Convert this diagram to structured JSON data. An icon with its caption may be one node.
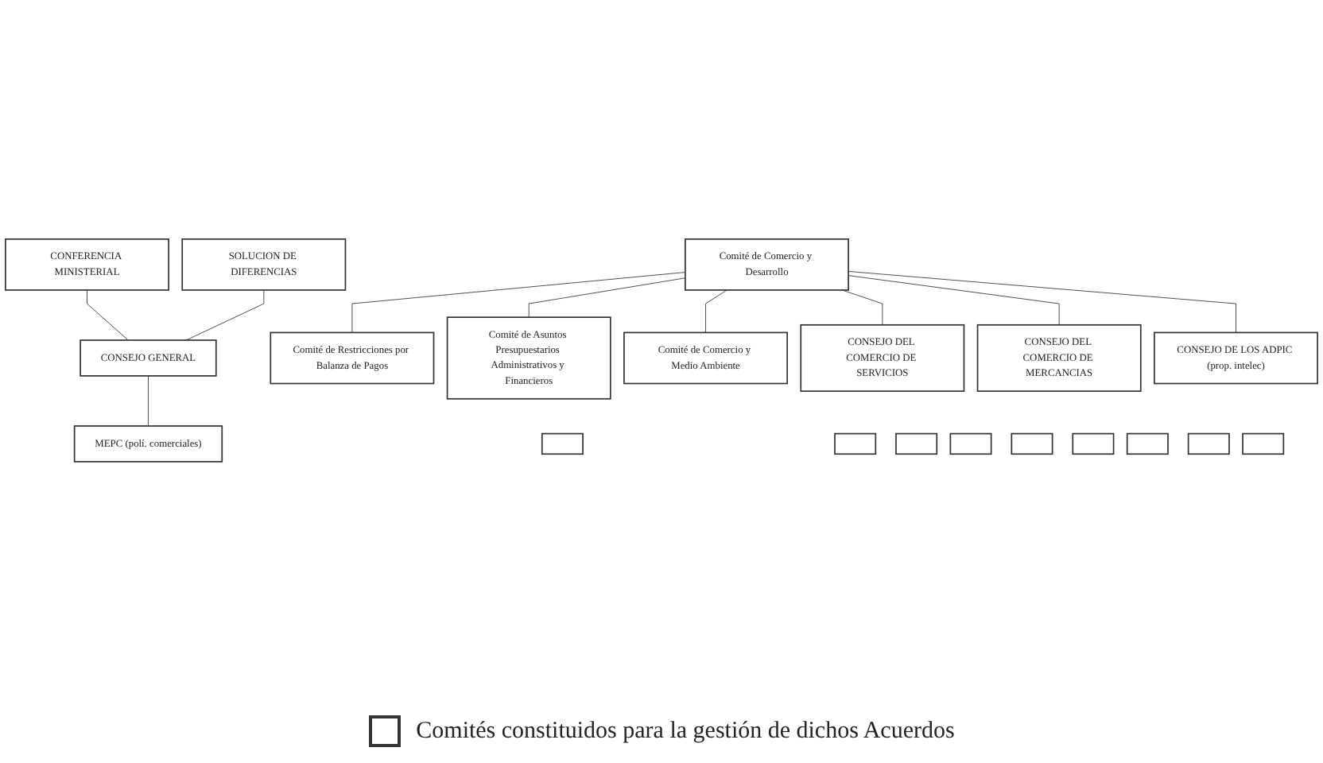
{
  "diagram": {
    "nodes": [
      {
        "text": [
          "CONFERENCIA MINISTERIAL"
        ]
      },
      {
        "text": [
          "SOLUCION DE DIFERENCIAS"
        ]
      },
      {
        "text": [
          "CONSEJO GENERAL"
        ]
      },
      {
        "text": [
          "MEPC (polí. comerciales)"
        ]
      },
      {
        "text": [
          "Comité de Comercio y Desarrollo"
        ]
      },
      {
        "text": [
          "Comité de Restricciones por Balanza de Pagos"
        ]
      },
      {
        "text": [
          "Comité de Asuntos Presupuestarios Administrativos y Financieros"
        ]
      },
      {
        "text": [
          "Comité de Comercio y Medio Ambiente"
        ]
      },
      {
        "text": [
          "CONSEJO DEL COMERCIO DE SERVICIOS"
        ]
      },
      {
        "text": [
          "CONSEJO DEL COMERCIO DE MERCANCIAS"
        ]
      },
      {
        "text": [
          "CONSEJO DE LOS ADPIC (prop. intelec)"
        ]
      },
      {
        "text": [],
        "shape": "box"
      },
      {
        "text": [],
        "shape": "box"
      },
      {
        "text": [],
        "shape": "box"
      },
      {
        "text": [],
        "shape": "box"
      },
      {
        "text": [],
        "shape": "box"
      },
      {
        "text": [],
        "shape": "box"
      },
      {
        "text": [],
        "shape": "box"
      },
      {
        "text": [],
        "shape": "box"
      },
      {
        "text": [],
        "shape": "box"
      }
    ],
    "edges": [
      {
        "from": 0,
        "to": 2,
        "arrow": "none"
      },
      {
        "from": 1,
        "to": 2,
        "arrow": "none"
      },
      {
        "from": 2,
        "to": 3,
        "arrow": "none"
      },
      {
        "from": 4,
        "to": 5,
        "arrow": "none"
      },
      {
        "from": 4,
        "to": 6,
        "arrow": "none"
      },
      {
        "from": 4,
        "to": 7,
        "arrow": "none"
      },
      {
        "from": 4,
        "to": 8,
        "arrow": "none"
      },
      {
        "from": 4,
        "to": 9,
        "arrow": "none"
      },
      {
        "from": 4,
        "to": 10,
        "arrow": "none"
      }
    ],
    "legend": [
      {
        "text": "Comités constituidos para la gestión de dichos Acuerdos"
      }
    ]
  }
}
